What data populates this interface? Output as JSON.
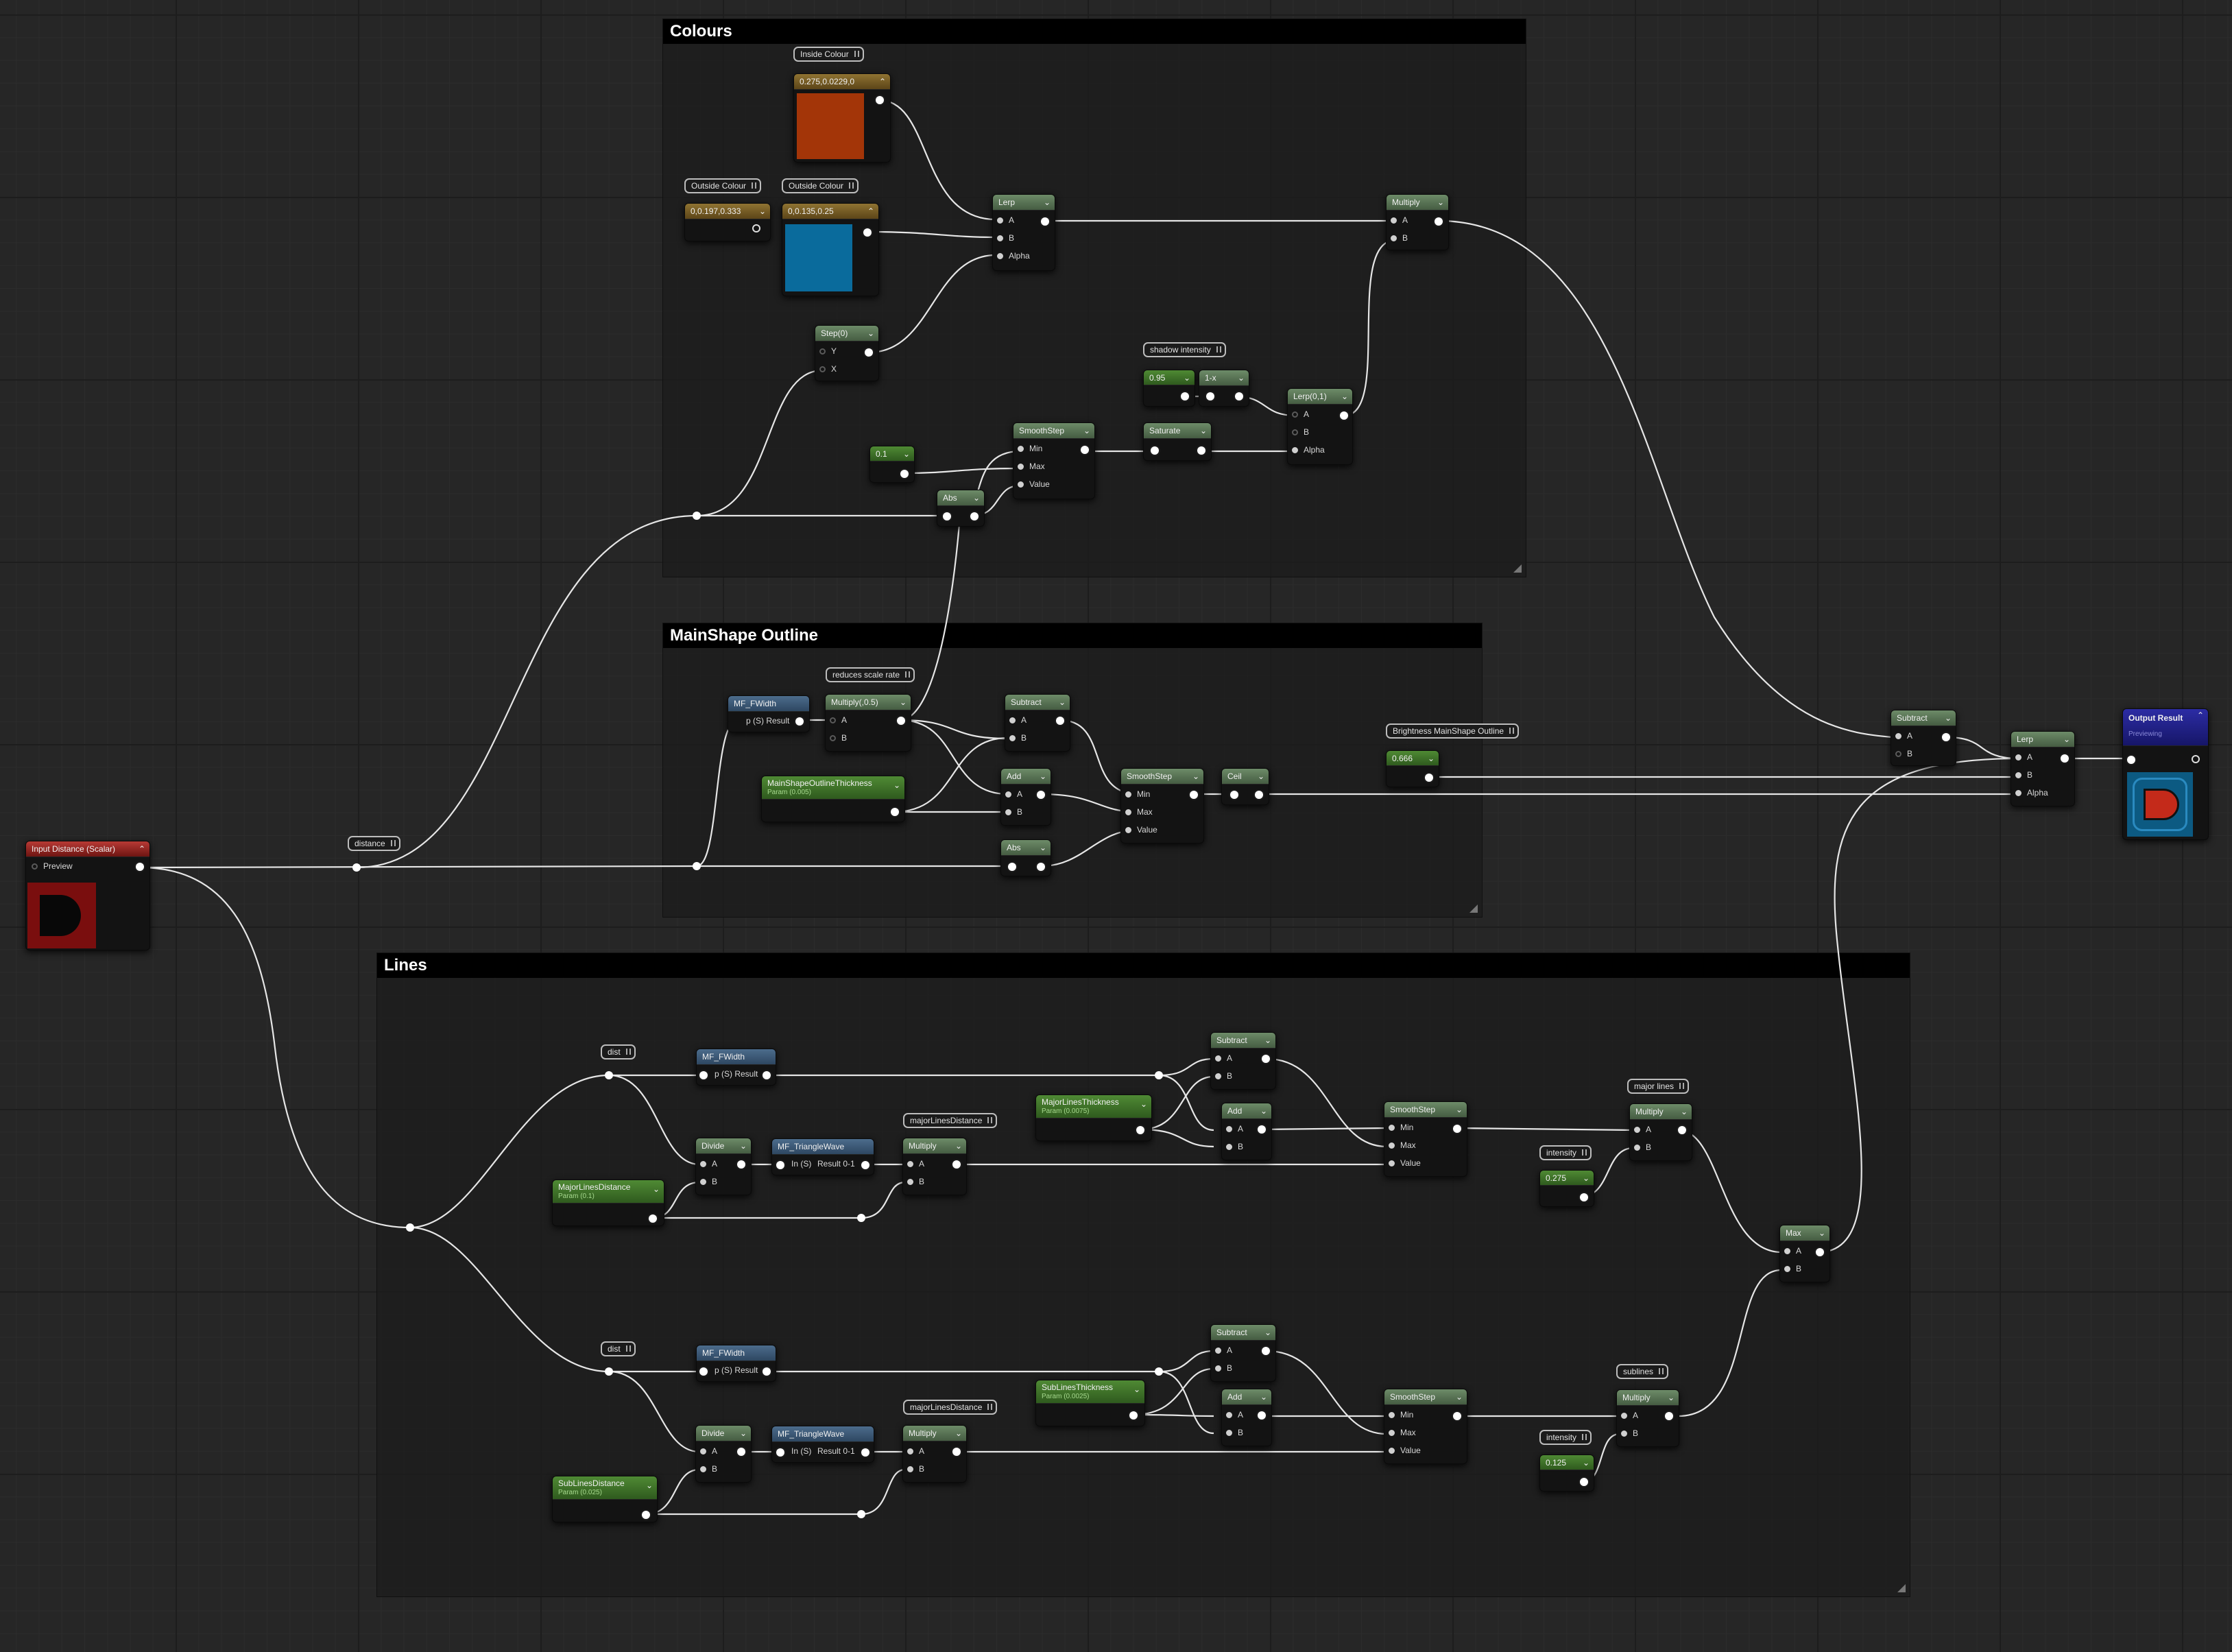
{
  "comments": {
    "colours": "Colours",
    "mainshape": "MainShape Outline",
    "lines": "Lines"
  },
  "colours": {
    "inside_label": "Inside Colour",
    "inside_value": "0.275,0.0229,0",
    "inside_color": "#a33508",
    "outside_label_a": "Outside Colour",
    "outside_value_a": "0,0.197,0.333",
    "outside_label_b": "Outside Colour",
    "outside_value_b": "0,0.135,0.25",
    "outside_color": "#0a6b9c",
    "lerp": {
      "title": "Lerp",
      "a": "A",
      "b": "B",
      "alpha": "Alpha"
    },
    "multiply": {
      "title": "Multiply",
      "a": "A",
      "b": "B"
    },
    "step": {
      "title": "Step(0)",
      "y": "Y",
      "x": "X"
    },
    "shadow_label": "shadow intensity",
    "shadow_value": "0.95",
    "one_minus": "1-x",
    "lerp01": {
      "title": "Lerp(0,1)",
      "a": "A",
      "b": "B",
      "alpha": "Alpha"
    },
    "const": "0.1",
    "smoothstep": {
      "title": "SmoothStep",
      "min": "Min",
      "max": "Max",
      "value": "Value"
    },
    "saturate": "Saturate",
    "abs": "Abs"
  },
  "mainshape": {
    "rate_label": "reduces scale rate",
    "fwidth": {
      "title": "MF_FWidth",
      "pin": "p (S) Result"
    },
    "multiply05": {
      "title": "Multiply(,0.5)",
      "a": "A",
      "b": "B"
    },
    "thickness": {
      "title": "MainShapeOutlineThickness",
      "sub": "Param (0.005)"
    },
    "subtract": {
      "title": "Subtract",
      "a": "A",
      "b": "B"
    },
    "add": {
      "title": "Add",
      "a": "A",
      "b": "B"
    },
    "abs": "Abs",
    "smoothstep": {
      "title": "SmoothStep",
      "min": "Min",
      "max": "Max",
      "value": "Value"
    },
    "ceil": "Ceil",
    "brightness_label": "Brightness MainShape Outline",
    "brightness_value": "0.666",
    "distance_label": "distance"
  },
  "input": {
    "title": "Input Distance (Scalar)",
    "preview": "Preview"
  },
  "output": {
    "subtract": {
      "title": "Subtract",
      "a": "A",
      "b": "B"
    },
    "lerp": {
      "title": "Lerp",
      "a": "A",
      "b": "B",
      "alpha": "Alpha"
    },
    "title": "Output Result",
    "status": "Previewing"
  },
  "lines": {
    "major": {
      "dist_label": "dist",
      "fwidth": {
        "title": "MF_FWidth",
        "pin": "p (S) Result"
      },
      "divide": {
        "title": "Divide",
        "a": "A",
        "b": "B"
      },
      "triangle": {
        "title": "MF_TriangleWave",
        "pin_in": "In (S)",
        "pin_out": "Result 0-1"
      },
      "dist_param_label": "majorLinesDistance",
      "multiply": {
        "title": "Multiply",
        "a": "A",
        "b": "B"
      },
      "distance_param": {
        "title": "MajorLinesDistance",
        "sub": "Param (0.1)"
      },
      "thickness": {
        "title": "MajorLinesThickness",
        "sub": "Param (0.0075)"
      },
      "subtract": {
        "title": "Subtract",
        "a": "A",
        "b": "B"
      },
      "add": {
        "title": "Add",
        "a": "A",
        "b": "B"
      },
      "smoothstep": {
        "title": "SmoothStep",
        "min": "Min",
        "max": "Max",
        "value": "Value"
      },
      "group_label": "major lines",
      "intensity_label": "intensity",
      "intensity_value": "0.275",
      "multiply_out": {
        "title": "Multiply",
        "a": "A",
        "b": "B"
      }
    },
    "sub": {
      "dist_label": "dist",
      "fwidth": {
        "title": "MF_FWidth",
        "pin": "p (S) Result"
      },
      "divide": {
        "title": "Divide",
        "a": "A",
        "b": "B"
      },
      "triangle": {
        "title": "MF_TriangleWave",
        "pin_in": "In (S)",
        "pin_out": "Result 0-1"
      },
      "dist_param_label": "majorLinesDistance",
      "multiply": {
        "title": "Multiply",
        "a": "A",
        "b": "B"
      },
      "distance_param": {
        "title": "SubLinesDistance",
        "sub": "Param (0.025)"
      },
      "thickness": {
        "title": "SubLinesThickness",
        "sub": "Param (0.0025)"
      },
      "subtract": {
        "title": "Subtract",
        "a": "A",
        "b": "B"
      },
      "add": {
        "title": "Add",
        "a": "A",
        "b": "B"
      },
      "smoothstep": {
        "title": "SmoothStep",
        "min": "Min",
        "max": "Max",
        "value": "Value"
      },
      "group_label": "sublines",
      "intensity_label": "intensity",
      "intensity_value": "0.125",
      "multiply_out": {
        "title": "Multiply",
        "a": "A",
        "b": "B"
      }
    },
    "max": {
      "title": "Max",
      "a": "A",
      "b": "B"
    }
  }
}
